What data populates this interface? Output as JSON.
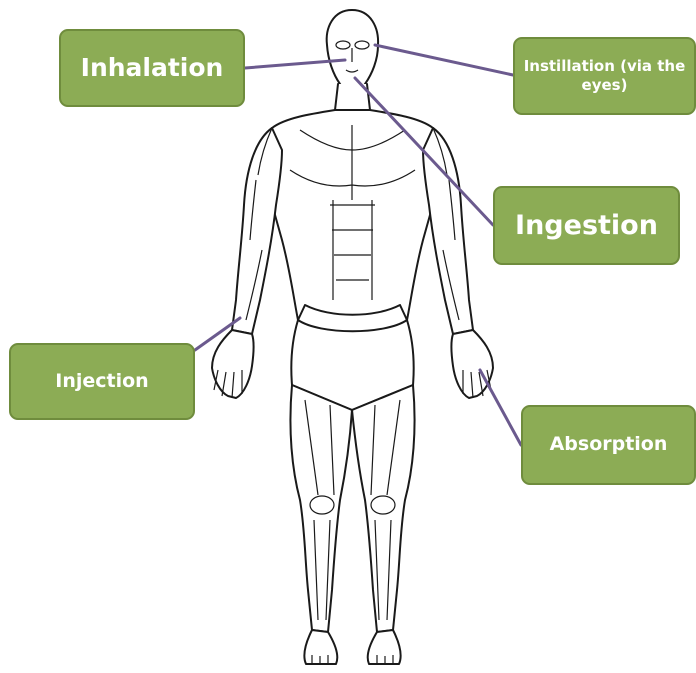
{
  "labels": {
    "inhalation": "Inhalation",
    "instillation": "Instillation (via the eyes)",
    "ingestion": "Ingestion",
    "injection": "Injection",
    "absorption": "Absorption"
  },
  "colors": {
    "box_fill": "#8cac55",
    "box_border": "#6f8c3d",
    "connector": "#6b5a8e",
    "body_stroke": "#1a1a1a"
  },
  "figure": "human-muscular-anatomy-front-view"
}
